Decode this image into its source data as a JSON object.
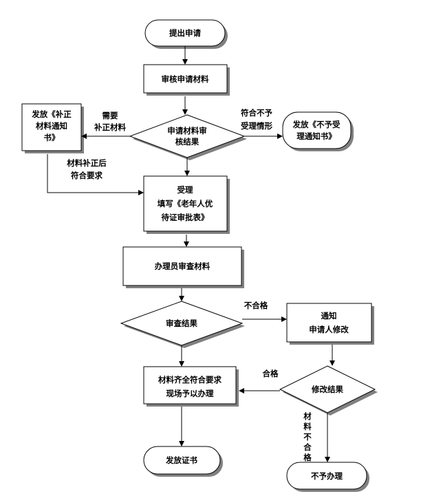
{
  "nodes": {
    "submit": "提出申请",
    "review_materials": "审核申请材料",
    "review_result": [
      "申请材料审",
      "核结果"
    ],
    "issue_supplement": [
      "发放《补正",
      "材料通知",
      "书》"
    ],
    "issue_reject": [
      "发放《不予受",
      "理通知书》"
    ],
    "accept": [
      "受理",
      "填写《老年人优",
      "待证审批表》"
    ],
    "clerk_review": "办理员审查材料",
    "check_result": "审查结果",
    "notify": [
      "通知",
      "申请人修改"
    ],
    "modify_result": "修改结果",
    "on_site": [
      "材料齐全符合要求",
      "现场予以办理"
    ],
    "issue_cert": "发放证书",
    "not_handle": "不予办理"
  },
  "labels": {
    "need_supplement": [
      "需要",
      "补正材料"
    ],
    "reject_condition": [
      "符合不予",
      "受理情形"
    ],
    "after_supplement": [
      "材料补正后",
      "符合要求"
    ],
    "fail": "不合格",
    "pass": "合格",
    "still_fail": [
      "材",
      "料",
      "不",
      "合",
      "格"
    ]
  }
}
